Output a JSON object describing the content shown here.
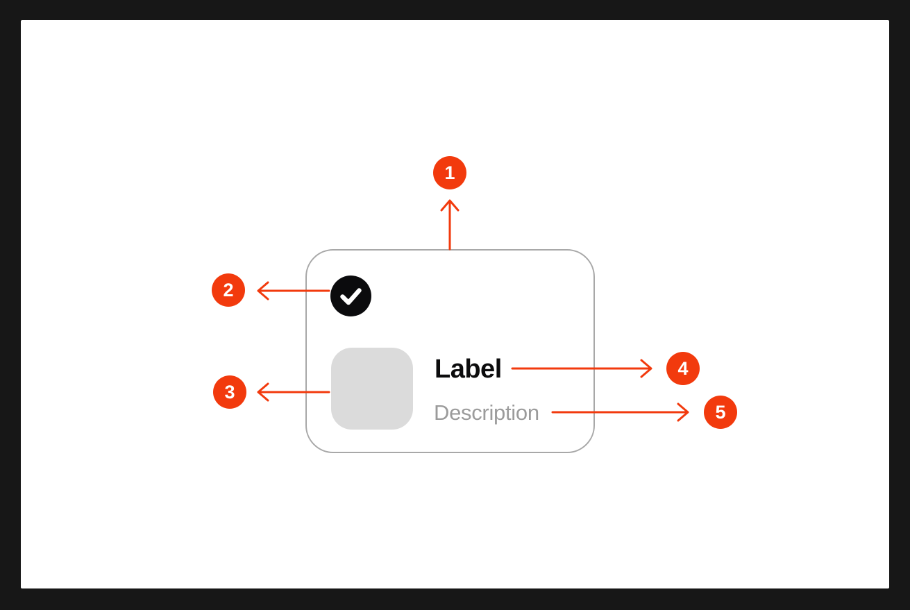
{
  "colors": {
    "frame-bg": "#171717",
    "canvas-bg": "#ffffff",
    "accent": "#F23A0D",
    "card-border": "#A8A8A8",
    "check-bg": "#0B0B0D",
    "check-mark": "#ffffff",
    "placeholder-bg": "#DBDBDB",
    "label-color": "#0C0C0D",
    "description-color": "#9B9B9B",
    "badge-text": "#ffffff"
  },
  "component": {
    "label": "Label",
    "description": "Description"
  },
  "callouts": [
    {
      "number": "1",
      "target": "card-container"
    },
    {
      "number": "2",
      "target": "checkmark-indicator"
    },
    {
      "number": "3",
      "target": "image-placeholder"
    },
    {
      "number": "4",
      "target": "label"
    },
    {
      "number": "5",
      "target": "description"
    }
  ]
}
